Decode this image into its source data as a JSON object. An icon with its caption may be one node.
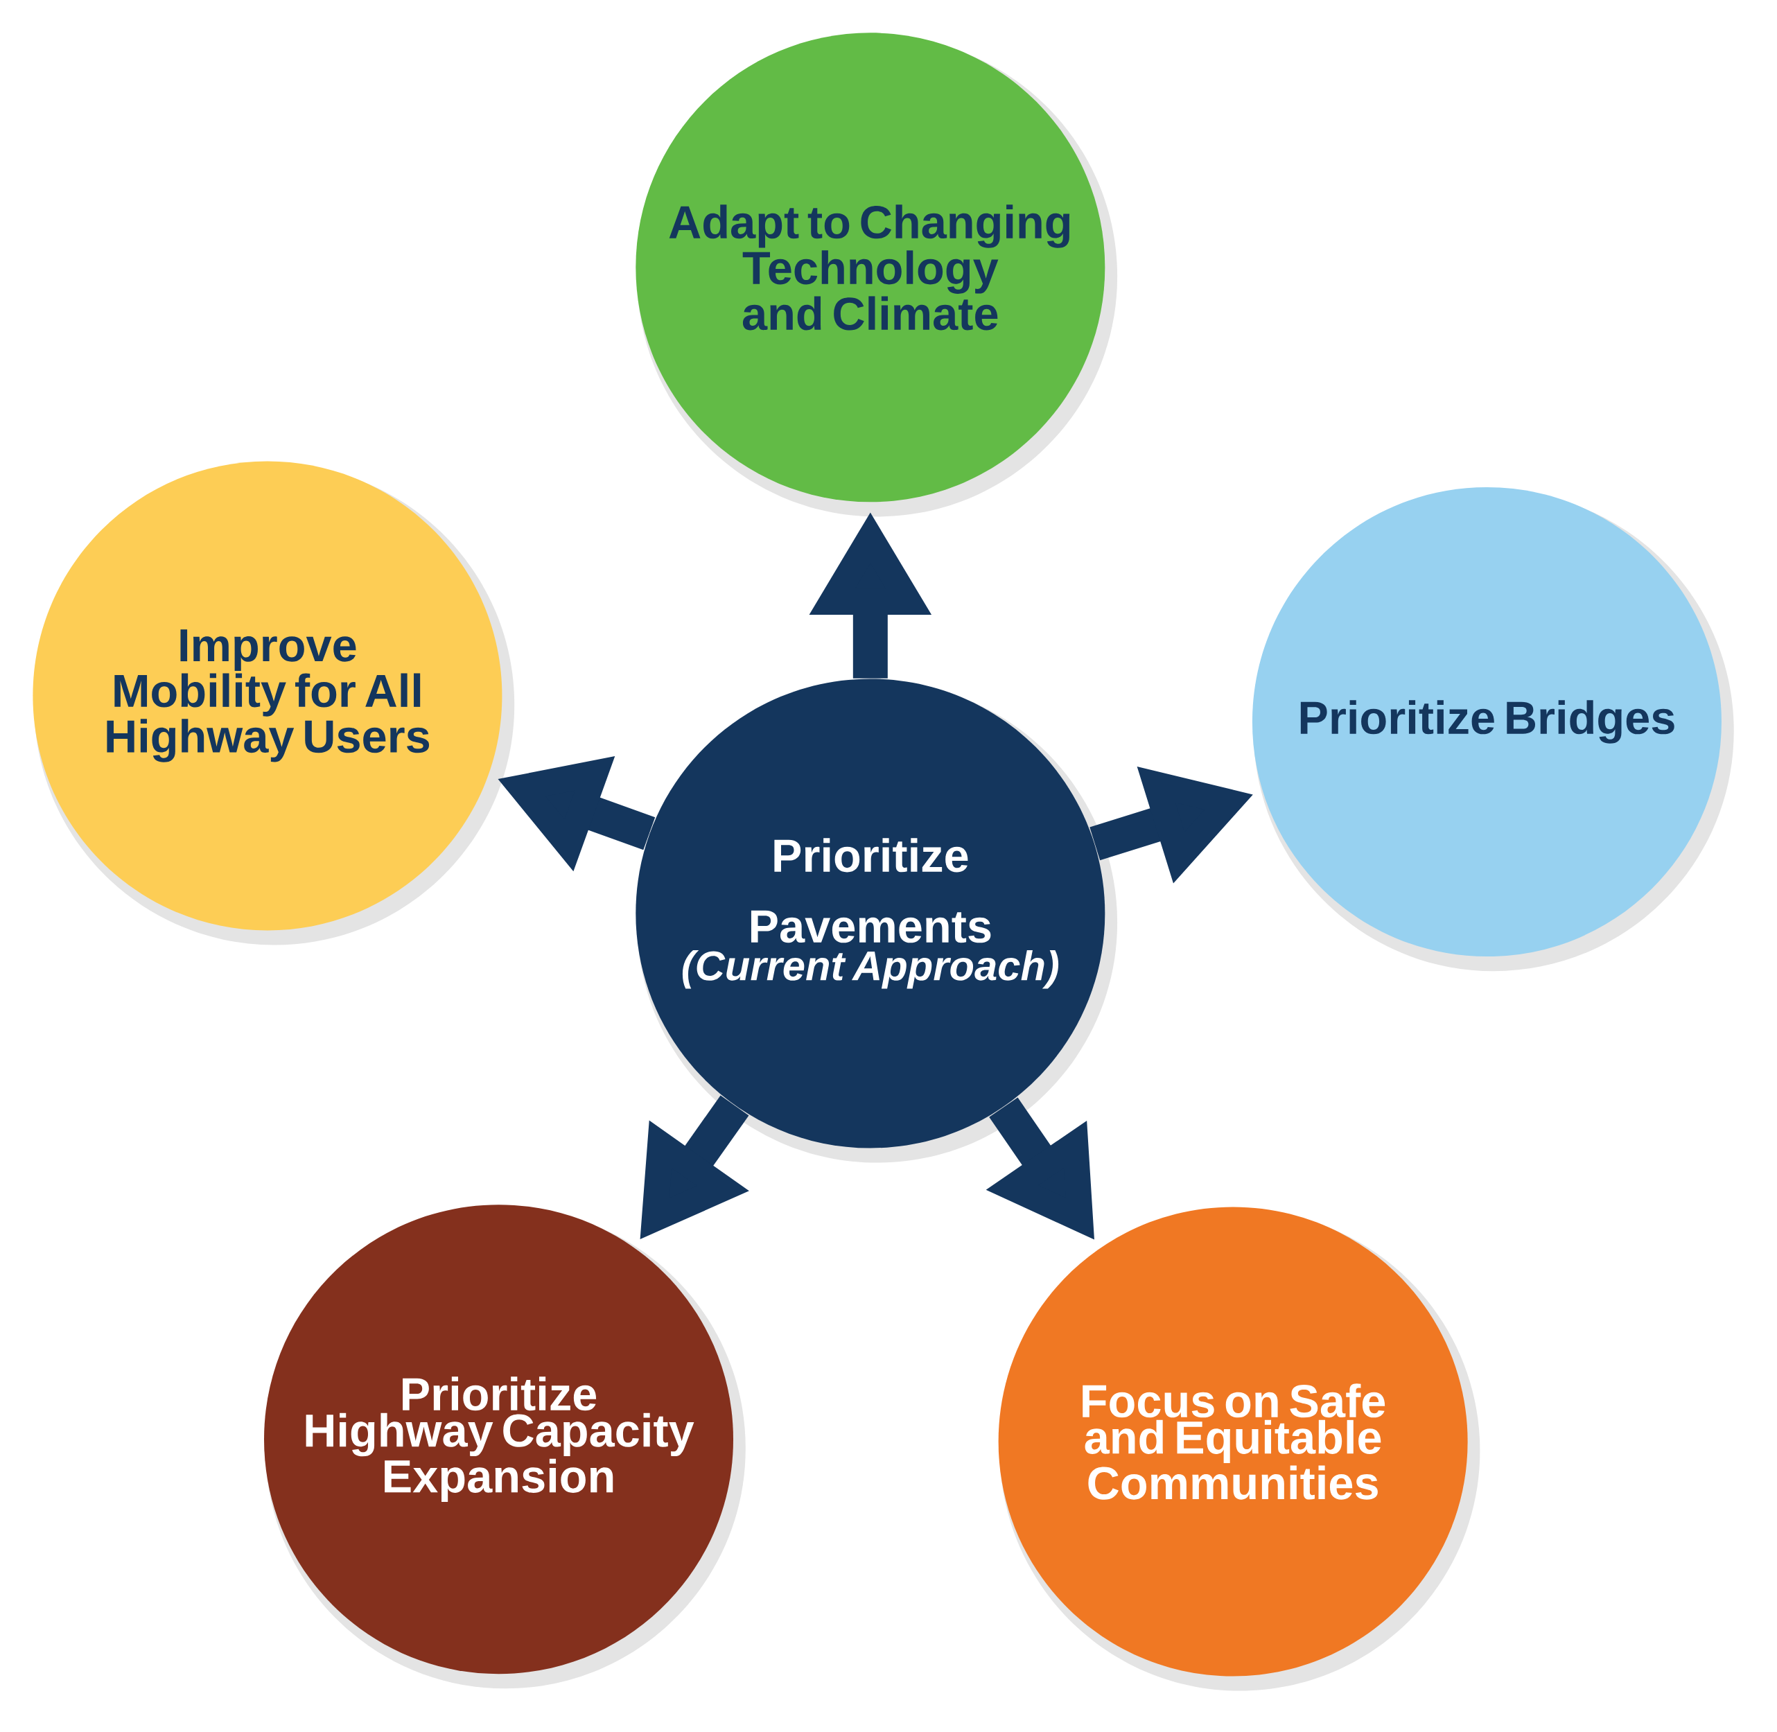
{
  "diagram": {
    "nodes": [
      {
        "text": [
          "Prioritize Pavements",
          "(Current Approach)"
        ]
      },
      {
        "text": [
          "Adapt to Changing Technology and Climate"
        ]
      },
      {
        "text": [
          "Prioritize Bridges"
        ]
      },
      {
        "text": [
          "Focus on Safe and Equitable Communities"
        ]
      },
      {
        "text": [
          "Prioritize Highway Capacity Expansion"
        ]
      },
      {
        "text": [
          "Improve Mobility for All Highway Users"
        ]
      }
    ],
    "edges": [
      {
        "from": 0,
        "to": 1,
        "arrow": "to"
      },
      {
        "from": 0,
        "to": 2,
        "arrow": "to"
      },
      {
        "from": 0,
        "to": 3,
        "arrow": "to"
      },
      {
        "from": 0,
        "to": 4,
        "arrow": "to"
      },
      {
        "from": 0,
        "to": 5,
        "arrow": "to"
      }
    ]
  }
}
